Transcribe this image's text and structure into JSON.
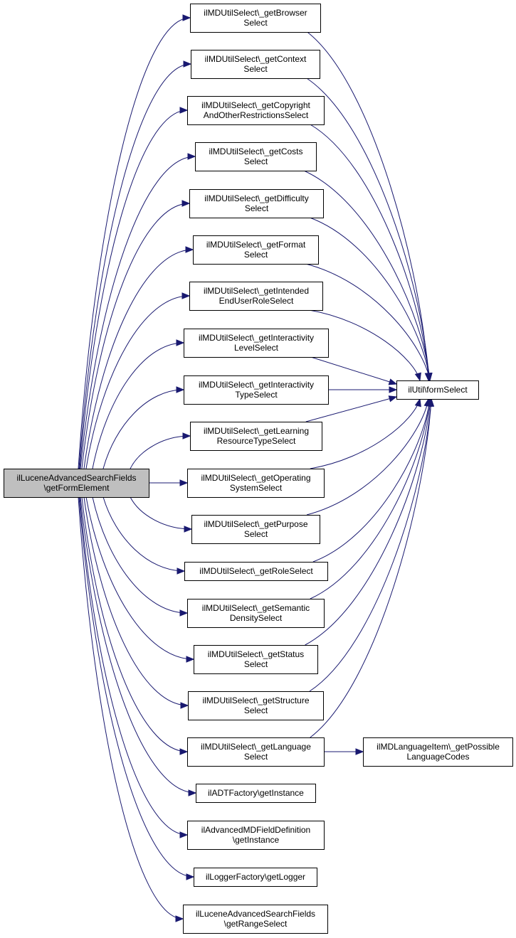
{
  "graph": {
    "nodes": [
      {
        "id": "root",
        "lines": [
          "ilLuceneAdvancedSearchFields",
          "\\getFormElement"
        ],
        "highlight": true
      },
      {
        "id": "browser",
        "lines": [
          "ilMDUtilSelect\\_getBrowser",
          "Select"
        ]
      },
      {
        "id": "context",
        "lines": [
          "ilMDUtilSelect\\_getContext",
          "Select"
        ]
      },
      {
        "id": "copyright",
        "lines": [
          "ilMDUtilSelect\\_getCopyright",
          "AndOtherRestrictionsSelect"
        ]
      },
      {
        "id": "costs",
        "lines": [
          "ilMDUtilSelect\\_getCosts",
          "Select"
        ]
      },
      {
        "id": "difficulty",
        "lines": [
          "ilMDUtilSelect\\_getDifficulty",
          "Select"
        ]
      },
      {
        "id": "format",
        "lines": [
          "ilMDUtilSelect\\_getFormat",
          "Select"
        ]
      },
      {
        "id": "intended",
        "lines": [
          "ilMDUtilSelect\\_getIntended",
          "EndUserRoleSelect"
        ]
      },
      {
        "id": "intlevel",
        "lines": [
          "ilMDUtilSelect\\_getInteractivity",
          "LevelSelect"
        ]
      },
      {
        "id": "inttype",
        "lines": [
          "ilMDUtilSelect\\_getInteractivity",
          "TypeSelect"
        ]
      },
      {
        "id": "learning",
        "lines": [
          "ilMDUtilSelect\\_getLearning",
          "ResourceTypeSelect"
        ]
      },
      {
        "id": "os",
        "lines": [
          "ilMDUtilSelect\\_getOperating",
          "SystemSelect"
        ]
      },
      {
        "id": "purpose",
        "lines": [
          "ilMDUtilSelect\\_getPurpose",
          "Select"
        ]
      },
      {
        "id": "role",
        "lines": [
          "ilMDUtilSelect\\_getRoleSelect"
        ]
      },
      {
        "id": "semantic",
        "lines": [
          "ilMDUtilSelect\\_getSemantic",
          "DensitySelect"
        ]
      },
      {
        "id": "status",
        "lines": [
          "ilMDUtilSelect\\_getStatus",
          "Select"
        ]
      },
      {
        "id": "structure",
        "lines": [
          "ilMDUtilSelect\\_getStructure",
          "Select"
        ]
      },
      {
        "id": "language",
        "lines": [
          "ilMDUtilSelect\\_getLanguage",
          "Select"
        ]
      },
      {
        "id": "adt",
        "lines": [
          "ilADTFactory\\getInstance"
        ]
      },
      {
        "id": "advmd",
        "lines": [
          "ilAdvancedMDFieldDefinition",
          "\\getInstance"
        ]
      },
      {
        "id": "logger",
        "lines": [
          "ilLoggerFactory\\getLogger"
        ]
      },
      {
        "id": "range",
        "lines": [
          "ilLuceneAdvancedSearchFields",
          "\\getRangeSelect"
        ]
      },
      {
        "id": "formselect",
        "lines": [
          "ilUtil\\formSelect"
        ]
      },
      {
        "id": "langcodes",
        "lines": [
          "ilMDLanguageItem\\_getPossible",
          "LanguageCodes"
        ]
      }
    ],
    "edges": [
      [
        "root",
        "browser"
      ],
      [
        "root",
        "context"
      ],
      [
        "root",
        "copyright"
      ],
      [
        "root",
        "costs"
      ],
      [
        "root",
        "difficulty"
      ],
      [
        "root",
        "format"
      ],
      [
        "root",
        "intended"
      ],
      [
        "root",
        "intlevel"
      ],
      [
        "root",
        "inttype"
      ],
      [
        "root",
        "learning"
      ],
      [
        "root",
        "os"
      ],
      [
        "root",
        "purpose"
      ],
      [
        "root",
        "role"
      ],
      [
        "root",
        "semantic"
      ],
      [
        "root",
        "status"
      ],
      [
        "root",
        "structure"
      ],
      [
        "root",
        "language"
      ],
      [
        "root",
        "adt"
      ],
      [
        "root",
        "advmd"
      ],
      [
        "root",
        "logger"
      ],
      [
        "root",
        "range"
      ],
      [
        "browser",
        "formselect"
      ],
      [
        "context",
        "formselect"
      ],
      [
        "copyright",
        "formselect"
      ],
      [
        "costs",
        "formselect"
      ],
      [
        "difficulty",
        "formselect"
      ],
      [
        "format",
        "formselect"
      ],
      [
        "intended",
        "formselect"
      ],
      [
        "intlevel",
        "formselect"
      ],
      [
        "inttype",
        "formselect"
      ],
      [
        "learning",
        "formselect"
      ],
      [
        "os",
        "formselect"
      ],
      [
        "purpose",
        "formselect"
      ],
      [
        "role",
        "formselect"
      ],
      [
        "semantic",
        "formselect"
      ],
      [
        "status",
        "formselect"
      ],
      [
        "structure",
        "formselect"
      ],
      [
        "language",
        "formselect"
      ],
      [
        "language",
        "langcodes"
      ]
    ]
  }
}
